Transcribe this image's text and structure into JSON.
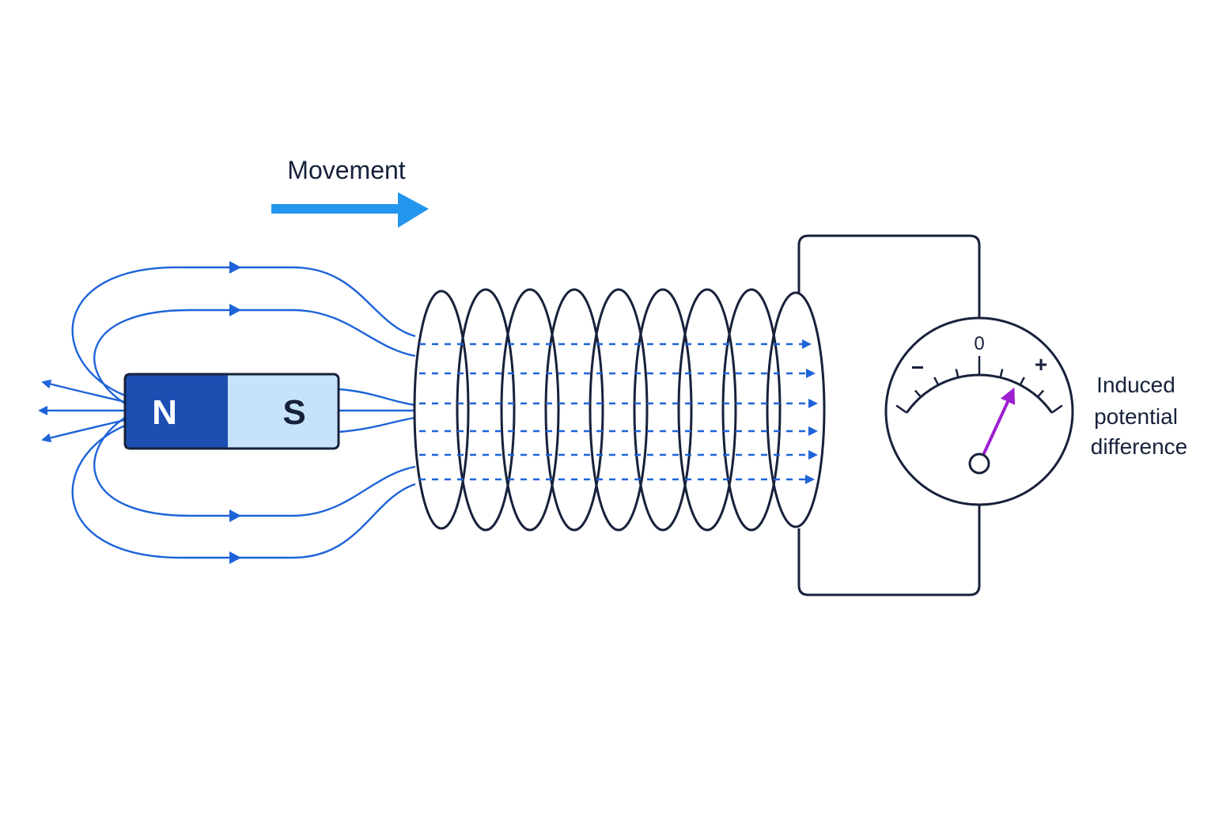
{
  "movement": {
    "label": "Movement"
  },
  "magnet": {
    "north_label": "N",
    "south_label": "S"
  },
  "meter": {
    "zero_label": "0",
    "minus_label": "−",
    "plus_label": "+",
    "needle_level": 0.45
  },
  "caption": {
    "line1": "Induced",
    "line2": "potential",
    "line3": "difference"
  },
  "colors": {
    "field_line": "#1e63d9",
    "movement_arrow": "#2396ee",
    "magnet_north": "#1d4fb3",
    "magnet_south": "#c7e3fb",
    "needle": "#9f1fd0",
    "outline": "#17213a"
  }
}
